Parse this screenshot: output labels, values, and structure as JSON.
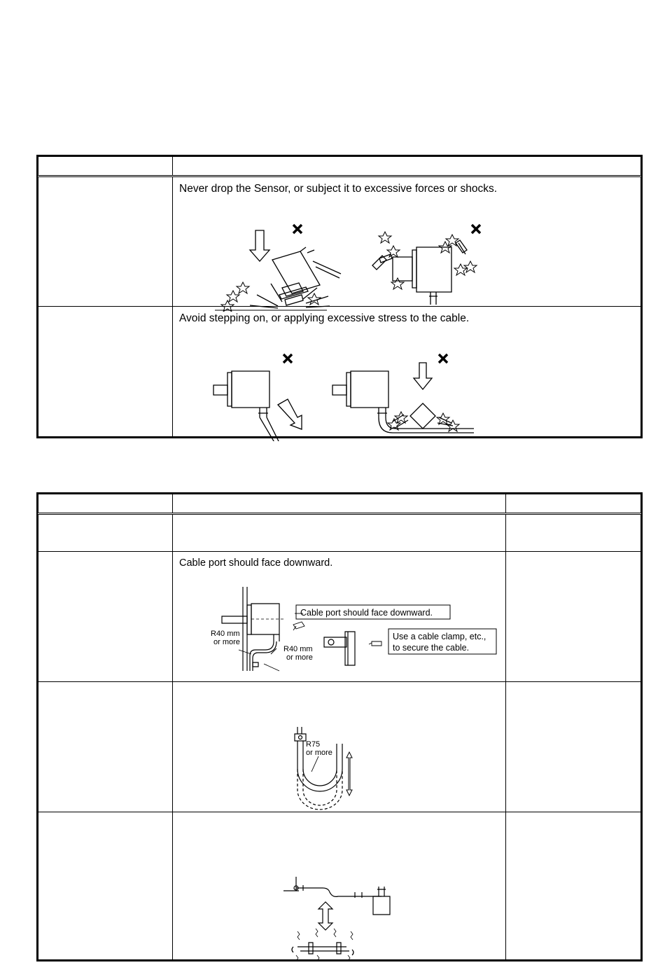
{
  "table1": {
    "rows": [
      {
        "text": "Never drop the Sensor, or subject it to excessive forces or shocks."
      },
      {
        "text": "Avoid stepping on, or applying excessive stress to the cable."
      }
    ]
  },
  "table2": {
    "rows": [
      {
        "text": ""
      },
      {
        "text": "Cable port should face downward.",
        "fig_callout_1": "Cable port should face downward.",
        "fig_callout_2_line1": "Use a cable clamp, etc.,",
        "fig_callout_2_line2": "to secure the cable.",
        "fig_label_a_line1": "R40 mm",
        "fig_label_a_line2": "or more",
        "fig_label_b_line1": "R40 mm",
        "fig_label_b_line2": "or more"
      },
      {
        "text": "",
        "fig_label_line1": "R75",
        "fig_label_line2": "or more"
      },
      {
        "text": ""
      }
    ]
  }
}
